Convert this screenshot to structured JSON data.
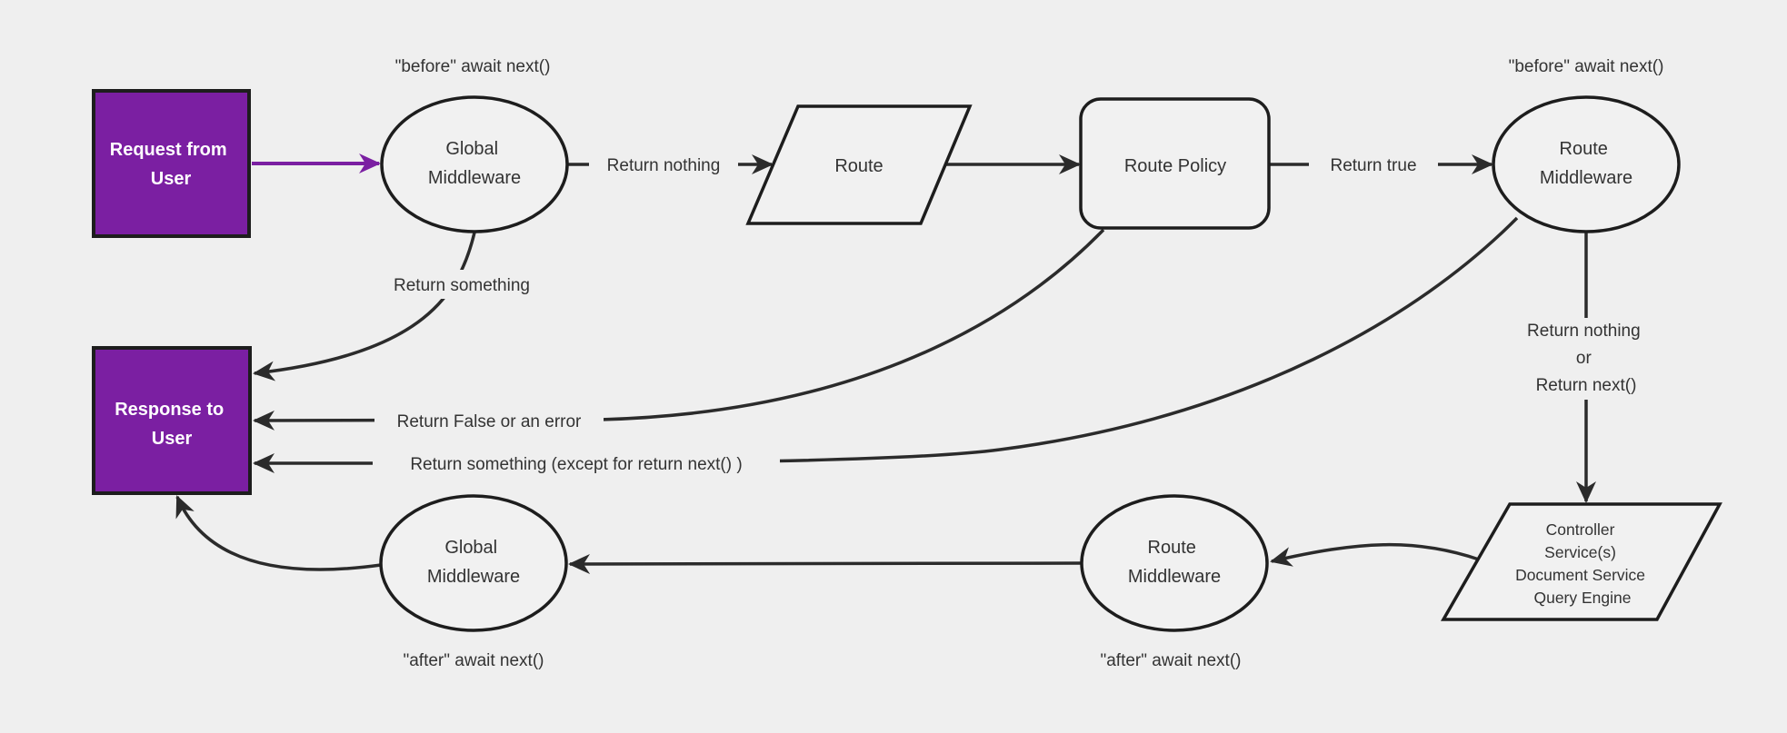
{
  "diagram": {
    "background": "#efefef",
    "accent_purple": "#7b1fa2",
    "stroke_dark": "#1d1d1d",
    "text_color": "#333333",
    "nodes": {
      "request": {
        "lines": [
          "Request from",
          "User"
        ]
      },
      "global_middleware_top": {
        "lines": [
          "Global",
          "Middleware"
        ]
      },
      "route": {
        "label": "Route"
      },
      "route_policy": {
        "label": "Route Policy"
      },
      "route_middleware_top": {
        "lines": [
          "Route",
          "Middleware"
        ]
      },
      "response": {
        "lines": [
          "Response to",
          "User"
        ]
      },
      "controller": {
        "lines": [
          "Controller",
          "Service(s)",
          "Document Service",
          "Query Engine"
        ]
      },
      "route_middleware_bottom": {
        "lines": [
          "Route",
          "Middleware"
        ]
      },
      "global_middleware_bottom": {
        "lines": [
          "Global",
          "Middleware"
        ]
      }
    },
    "edge_labels": {
      "before_global": "\"before\" await next()",
      "before_route": "\"before\" await next()",
      "after_global": "\"after\" await next()",
      "after_route": "\"after\" await next()",
      "return_nothing": "Return nothing",
      "return_true": "Return true",
      "return_something": "Return something",
      "return_false": "Return False or an error",
      "return_something_except": "Return something (except for return next() )",
      "return_nothing_or_next": {
        "lines": [
          "Return nothing",
          "or",
          "Return next()"
        ]
      }
    }
  }
}
